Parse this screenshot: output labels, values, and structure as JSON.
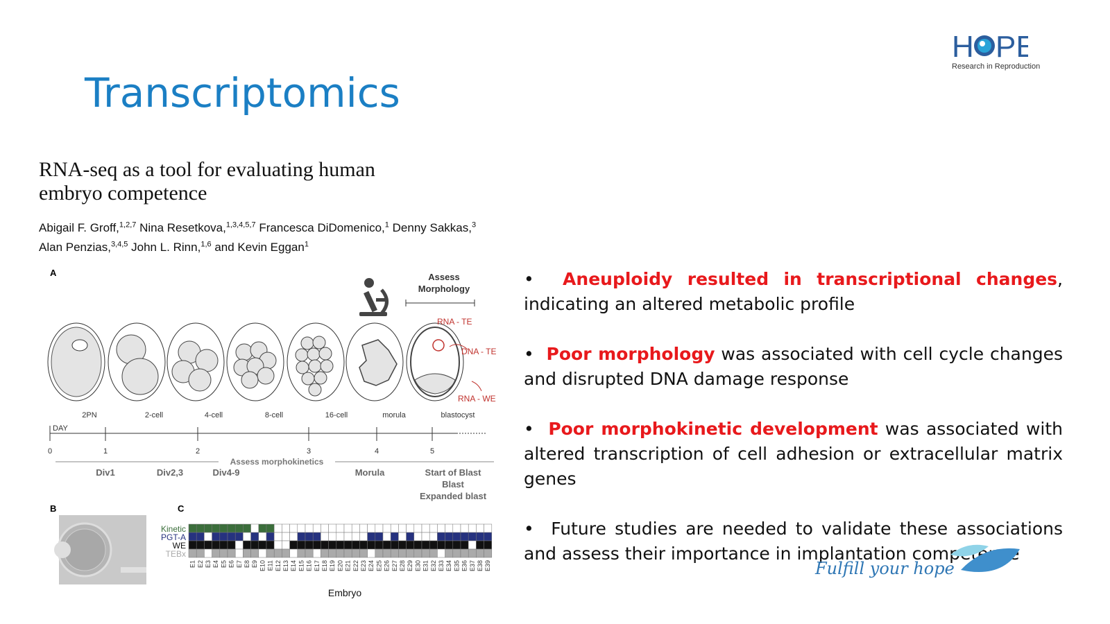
{
  "slide": {
    "title": "Transcriptomics",
    "paper_title_line1": "RNA-seq as a tool for evaluating human",
    "paper_title_line2": "embryo competence",
    "authors": [
      {
        "name": "Abigail F. Groff,",
        "sup": "1,2,7"
      },
      {
        "name": " Nina Resetkova,",
        "sup": "1,3,4,5,7"
      },
      {
        "name": " Francesca DiDomenico,",
        "sup": "1"
      },
      {
        "name": " Denny Sakkas,",
        "sup": "3"
      },
      {
        "name": "Alan Penzias,",
        "sup": "3,4,5"
      },
      {
        "name": " John L. Rinn,",
        "sup": "1,6"
      },
      {
        "name": " and Kevin Eggan",
        "sup": "1"
      }
    ]
  },
  "logo": {
    "brand": "HOPE",
    "tagline": "Research in Reproduction",
    "colors": {
      "brand": "#2c5e9e",
      "accent": "#29a3d8"
    }
  },
  "bullets": [
    {
      "highlight": "Aneuploidy resulted in transcriptional changes",
      "rest": ", indicating an altered metabolic profile"
    },
    {
      "highlight": "Poor morphology",
      "rest": " was associated with cell cycle changes and disrupted DNA damage response"
    },
    {
      "highlight": "Poor morphokinetic development",
      "rest": " was associated with altered transcription of cell adhesion or extracellular matrix genes"
    },
    {
      "highlight": "",
      "rest": "Future studies are needed to validate these associations and assess their importance in implantation competence"
    }
  ],
  "footer": {
    "slogan": "Fulfill your hope"
  },
  "figure": {
    "panel_a": "A",
    "panel_b": "B",
    "panel_c": "C",
    "assess_morphology_1": "Assess",
    "assess_morphology_2": "Morphology",
    "rna_te": "RNA - TE",
    "dna_te": "DNA - TE",
    "rna_we": "RNA - WE",
    "stages": [
      "2PN",
      "2-cell",
      "4-cell",
      "8-cell",
      "16-cell",
      "morula",
      "blastocyst"
    ],
    "day_label": "DAY",
    "days": [
      "0",
      "1",
      "2",
      "3",
      "4",
      "5"
    ],
    "assess_morphokinetics": "Assess morphokinetics",
    "milestones": [
      "Div1",
      "Div2,3",
      "Div4-9",
      "Morula",
      "Start of Blast",
      "Blast",
      "Expanded blast"
    ],
    "grid_rows": [
      "Kinetic",
      "PGT-A",
      "WE",
      "TEBx"
    ],
    "embryos": [
      "E1",
      "E2",
      "E3",
      "E4",
      "E5",
      "E6",
      "E7",
      "E8",
      "E9",
      "E10",
      "E11",
      "E12",
      "E13",
      "E14",
      "E15",
      "E16",
      "E17",
      "E18",
      "E19",
      "E20",
      "E21",
      "E22",
      "E23",
      "E24",
      "E25",
      "E26",
      "E27",
      "E28",
      "E29",
      "E30",
      "E31",
      "E32",
      "E33",
      "E34",
      "E35",
      "E36",
      "E37",
      "E38",
      "E39"
    ],
    "xlabel": "Embryo",
    "colors": {
      "kinetic": "#3b6e3b",
      "pgta": "#26327f",
      "we": "#111111",
      "tebx": "#aaaaaa",
      "red": "#c0322d"
    },
    "grid_fill": {
      "kinetic": [
        1,
        1,
        1,
        1,
        1,
        1,
        1,
        1,
        0,
        1,
        1,
        0,
        0,
        0,
        0,
        0,
        0,
        0,
        0,
        0,
        0,
        0,
        0,
        0,
        0,
        0,
        0,
        0,
        0,
        0,
        0,
        0,
        0,
        0,
        0,
        0,
        0,
        0,
        0
      ],
      "pgta": [
        1,
        1,
        0,
        1,
        1,
        1,
        1,
        0,
        1,
        0,
        1,
        0,
        0,
        0,
        1,
        1,
        1,
        0,
        0,
        0,
        0,
        0,
        0,
        1,
        1,
        0,
        1,
        0,
        1,
        0,
        0,
        0,
        1,
        1,
        1,
        1,
        1,
        1,
        1
      ],
      "we": [
        1,
        1,
        1,
        1,
        1,
        1,
        0,
        1,
        1,
        1,
        1,
        0,
        0,
        1,
        1,
        1,
        1,
        1,
        1,
        1,
        1,
        1,
        1,
        1,
        1,
        1,
        1,
        1,
        1,
        1,
        1,
        1,
        1,
        1,
        1,
        1,
        0,
        1,
        1
      ],
      "tebx": [
        1,
        1,
        0,
        1,
        1,
        1,
        0,
        1,
        1,
        0,
        1,
        1,
        1,
        0,
        1,
        1,
        0,
        1,
        1,
        1,
        1,
        1,
        1,
        0,
        1,
        1,
        1,
        1,
        1,
        1,
        1,
        1,
        0,
        1,
        1,
        1,
        1,
        1,
        1
      ]
    }
  }
}
